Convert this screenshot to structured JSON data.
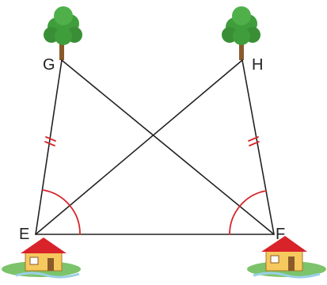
{
  "points": {
    "G": "G",
    "H": "H",
    "E": "E",
    "F": "F"
  },
  "segments": [
    "EG",
    "EF",
    "FH",
    "EH",
    "FG"
  ],
  "markings": {
    "congruent_sides": [
      "EG",
      "FH"
    ],
    "congruent_angles": [
      "GEF",
      "HFE"
    ]
  },
  "icons": {
    "trees": [
      "tree-icon",
      "tree-icon"
    ],
    "houses": [
      "house-icon",
      "house-icon"
    ]
  },
  "colors": {
    "lines": "#222222",
    "marks": "#d6262b",
    "foliage": "#3f9e3b",
    "trunk": "#8a5a2b",
    "roof": "#d8232a",
    "wall": "#f6c95e",
    "grass": "#7cc36b"
  }
}
